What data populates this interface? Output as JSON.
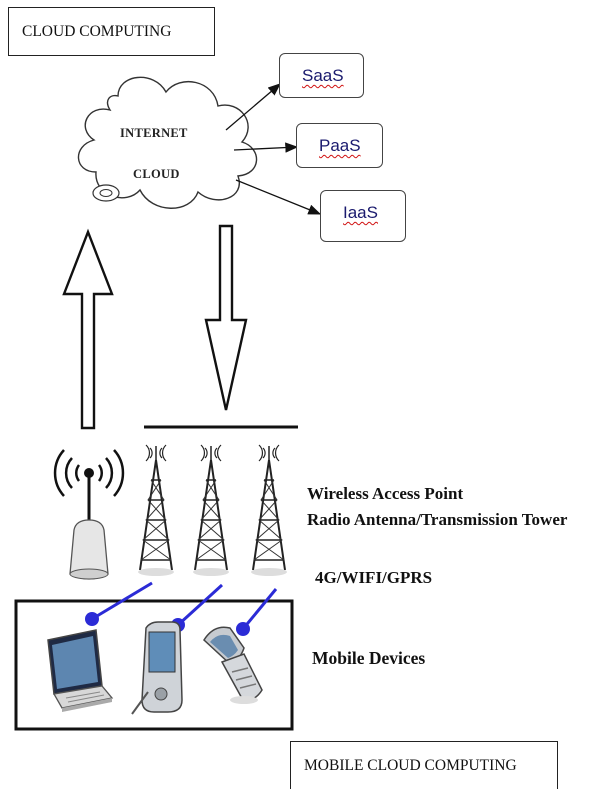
{
  "title_top": "CLOUD COMPUTING",
  "title_bottom": "MOBILE CLOUD COMPUTING",
  "cloud": {
    "line1": "INTERNET",
    "line2": "CLOUD"
  },
  "services": [
    {
      "label": "SaaS"
    },
    {
      "label": "PaaS"
    },
    {
      "label": "IaaS"
    }
  ],
  "labels": {
    "access_point": "Wireless Access Point",
    "tower": "Radio Antenna/Transmission Tower",
    "network": "4G/WIFI/GPRS",
    "devices": "Mobile Devices"
  },
  "colors": {
    "connector": "#2b2bd6",
    "line": "#111111"
  }
}
